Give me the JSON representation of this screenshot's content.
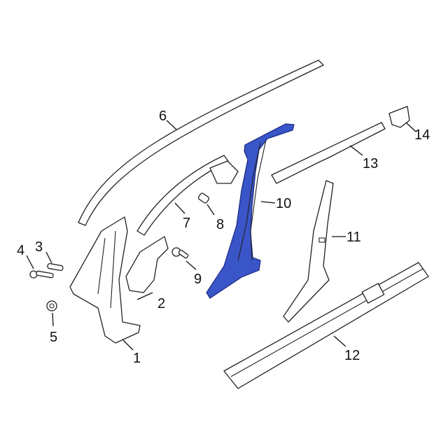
{
  "diagram": {
    "highlight_color": "#3a55c8",
    "callouts": [
      {
        "number": "1",
        "part": "pillar-inner-front"
      },
      {
        "number": "2",
        "part": "pillar-bracket"
      },
      {
        "number": "3",
        "part": "pin"
      },
      {
        "number": "4",
        "part": "bolt"
      },
      {
        "number": "5",
        "part": "nut"
      },
      {
        "number": "6",
        "part": "roof-rail-molding"
      },
      {
        "number": "7",
        "part": "roof-rail-reinforcement"
      },
      {
        "number": "8",
        "part": "stud"
      },
      {
        "number": "9",
        "part": "bolt-flange"
      },
      {
        "number": "10",
        "part": "center-pillar-reinforcement"
      },
      {
        "number": "11",
        "part": "center-pillar-inner"
      },
      {
        "number": "12",
        "part": "rocker-panel"
      },
      {
        "number": "13",
        "part": "roof-rail-inner"
      },
      {
        "number": "14",
        "part": "bracket"
      }
    ]
  }
}
